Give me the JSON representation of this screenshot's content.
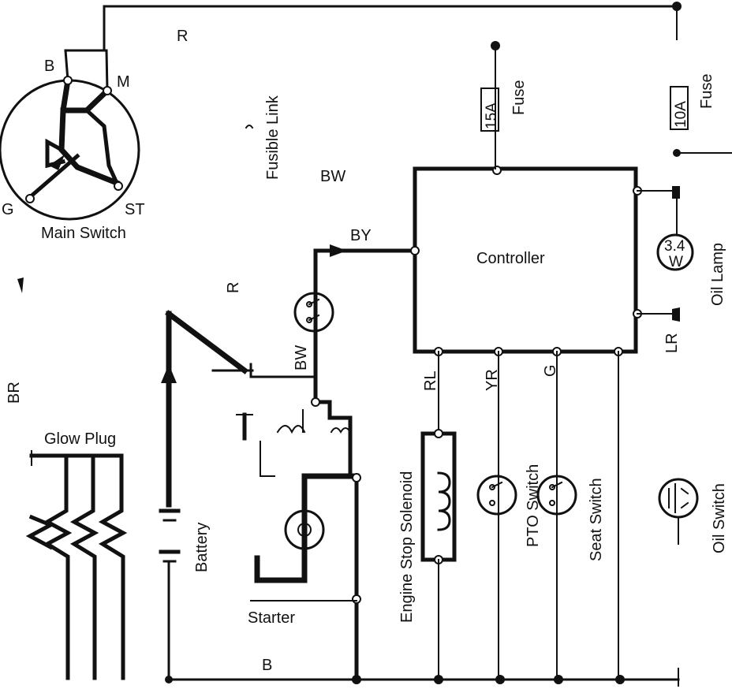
{
  "labels": {
    "main_switch": "Main Switch",
    "term_b": "B",
    "term_m": "M",
    "term_g": "G",
    "term_st": "ST",
    "wire_r_top": "R",
    "wire_r_mid": "R",
    "fusible_link": "Fusible Link",
    "wire_bw_top": "BW",
    "wire_by": "BY",
    "wire_bw_mid": "BW",
    "wire_br": "BR",
    "glow_plug": "Glow Plug",
    "battery": "Battery",
    "starter": "Starter",
    "wire_b_bottom": "B",
    "fuse_15a": "15A",
    "fuse_15a_word": "Fuse",
    "fuse_10a": "10A",
    "fuse_10a_word": "Fuse",
    "controller": "Controller",
    "lamp_rating_top": "3.4",
    "lamp_rating_bottom": "W",
    "oil_lamp": "Oil Lamp",
    "wire_lr": "LR",
    "wire_rl": "RL",
    "wire_yr": "YR",
    "wire_g": "G",
    "engine_stop_solenoid": "Engine Stop Solenoid",
    "pto_switch": "PTO Switch",
    "seat_switch": "Seat Switch",
    "oil_switch": "Oil Switch"
  }
}
